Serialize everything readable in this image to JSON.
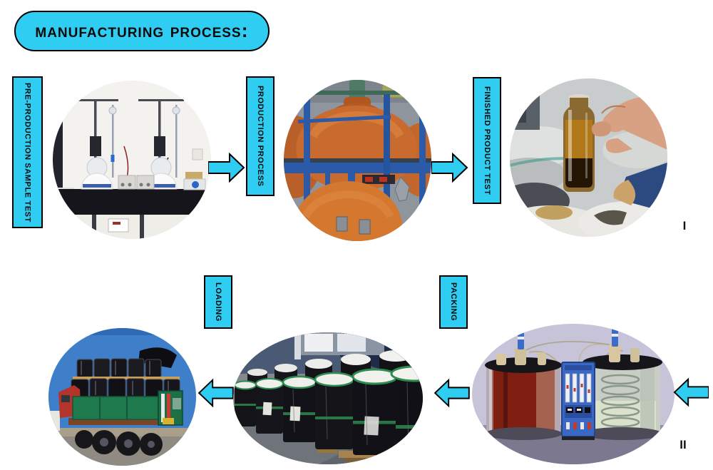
{
  "title": "Manufacturing Process:",
  "colors": {
    "accent_cyan": "#2FCDF2",
    "outline": "#000000",
    "background": "#FFFFFF"
  },
  "top_row": {
    "flow_direction": "left-to-right",
    "steps": [
      {
        "label": "PRE-PRODUCTION SAMPLE TEST",
        "photo": "lab-titration-test-bench"
      },
      {
        "label": "PRODUCTION PROCESS",
        "photo": "orange-reactor-vessels"
      },
      {
        "label": "FINISHED PRODUCT TEST",
        "photo": "hand-holding-oil-sample-bottle"
      }
    ],
    "marker": "I"
  },
  "bottom_row": {
    "flow_direction": "right-to-left",
    "labels": {
      "loading": "LOADING",
      "packing": "PACKING"
    },
    "photos": {
      "apparatus": "oil-analysis-apparatus",
      "drums": "shrink-wrapped-drums",
      "truck": "truck-loaded-with-drums"
    },
    "marker": "II"
  }
}
